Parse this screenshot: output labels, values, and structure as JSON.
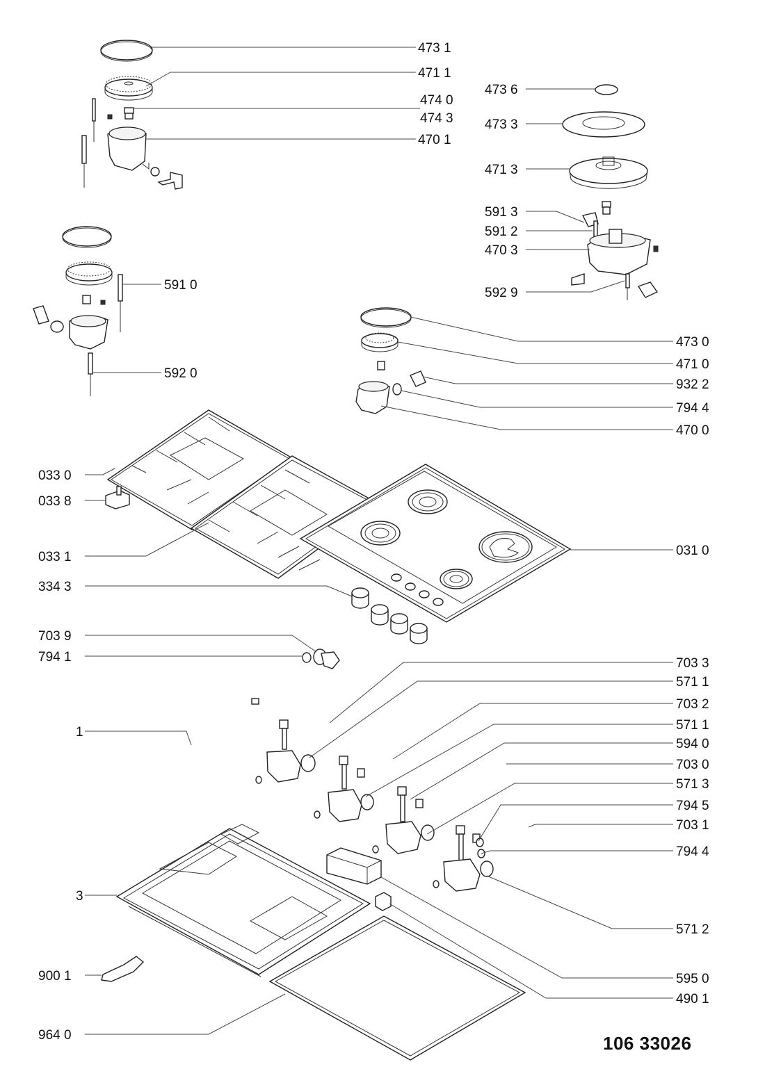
{
  "document": {
    "type": "exploded parts diagram",
    "subject": "gas hob",
    "document_number": "106 33026"
  },
  "labels": [
    {
      "id": "473-1-top",
      "text": "473 1"
    },
    {
      "id": "471-1-top",
      "text": "471 1"
    },
    {
      "id": "474-0",
      "text": "474 0"
    },
    {
      "id": "474-3",
      "text": "474 3"
    },
    {
      "id": "470-1",
      "text": "470 1"
    },
    {
      "id": "473-6",
      "text": "473 6"
    },
    {
      "id": "473-3",
      "text": "473 3"
    },
    {
      "id": "471-3",
      "text": "471 3"
    },
    {
      "id": "591-3",
      "text": "591 3"
    },
    {
      "id": "591-2",
      "text": "591 2"
    },
    {
      "id": "470-3",
      "text": "470 3"
    },
    {
      "id": "592-9",
      "text": "592 9"
    },
    {
      "id": "591-0",
      "text": "591 0"
    },
    {
      "id": "592-0",
      "text": "592 0"
    },
    {
      "id": "473-0",
      "text": "473 0"
    },
    {
      "id": "471-0",
      "text": "471 0"
    },
    {
      "id": "932-2",
      "text": "932 2"
    },
    {
      "id": "794-4-a",
      "text": "794 4"
    },
    {
      "id": "470-0",
      "text": "470 0"
    },
    {
      "id": "033-0",
      "text": "033 0"
    },
    {
      "id": "033-8",
      "text": "033 8"
    },
    {
      "id": "033-1",
      "text": "033 1"
    },
    {
      "id": "031-0",
      "text": "031 0"
    },
    {
      "id": "334-3",
      "text": "334 3"
    },
    {
      "id": "703-9",
      "text": "703 9"
    },
    {
      "id": "794-1",
      "text": "794 1"
    },
    {
      "id": "703-3",
      "text": "703 3"
    },
    {
      "id": "571-1-a",
      "text": "571 1"
    },
    {
      "id": "703-2",
      "text": "703 2"
    },
    {
      "id": "571-1-b",
      "text": "571 1"
    },
    {
      "id": "594-0",
      "text": "594 0"
    },
    {
      "id": "703-0",
      "text": "703 0"
    },
    {
      "id": "571-3",
      "text": "571 3"
    },
    {
      "id": "794-5",
      "text": "794 5"
    },
    {
      "id": "703-1",
      "text": "703 1"
    },
    {
      "id": "794-4-b",
      "text": "794 4"
    },
    {
      "id": "1",
      "text": "1"
    },
    {
      "id": "3",
      "text": "3"
    },
    {
      "id": "571-2",
      "text": "571 2"
    },
    {
      "id": "595-0",
      "text": "595 0"
    },
    {
      "id": "490-1",
      "text": "490 1"
    },
    {
      "id": "900-1",
      "text": "900 1"
    },
    {
      "id": "964-0",
      "text": "964 0"
    }
  ]
}
